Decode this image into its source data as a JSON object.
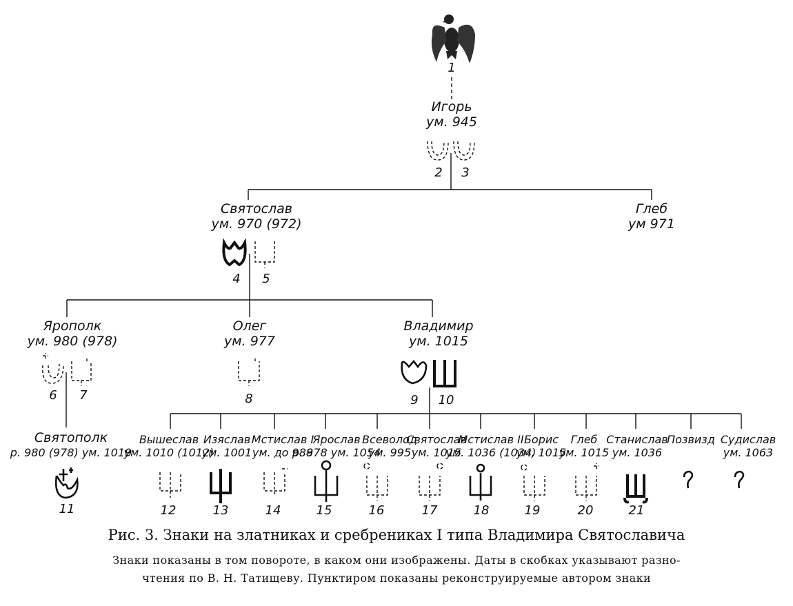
{
  "persons": {
    "igor": {
      "name": "Игорь",
      "date": "ум. 945"
    },
    "svyatoslav": {
      "name": "Святослав",
      "date": "ум. 970 (972)"
    },
    "gleb_elder": {
      "name": "Глеб",
      "date": "ум 971"
    },
    "yaropolk": {
      "name": "Ярополк",
      "date": "ум. 980 (978)"
    },
    "oleg": {
      "name": "Олег",
      "date": "ум. 977"
    },
    "vladimir": {
      "name": "Владимир",
      "date": "ум. 1015"
    },
    "svyatopolk": {
      "name": "Святополк",
      "date": "р. 980 (978) ум. 1019"
    },
    "vysheslav": {
      "name": "Вышеслав",
      "date": "ум. 1010 (1012)"
    },
    "izyaslav": {
      "name": "Изяслав",
      "date": "ум. 1001"
    },
    "mstislav1": {
      "name": "Мстислав I",
      "date": "ум. до 988"
    },
    "yaroslav": {
      "name": "Ярослав",
      "date": "р. 978 ум. 1054"
    },
    "vsevolod": {
      "name": "Всеволод",
      "date": "ум. 995"
    },
    "svyatoslav2": {
      "name": "Святослав",
      "date": "ум. 1015"
    },
    "mstislav2": {
      "name": "Мстислав II",
      "date": "ум. 1036 (1034)"
    },
    "boris": {
      "name": "Борис",
      "date": "ум. 1015"
    },
    "gleb": {
      "name": "Глеб",
      "date": "ум. 1015"
    },
    "stanislav": {
      "name": "Станислав",
      "date": "ум. 1036"
    },
    "pozvizd": {
      "name": "Позвизд",
      "date": "?"
    },
    "sudislav": {
      "name": "Судислав",
      "date": "ум. 1063"
    }
  },
  "sign_numbers": [
    "1",
    "2",
    "3",
    "4",
    "5",
    "6",
    "7",
    "8",
    "9",
    "10",
    "11",
    "12",
    "13",
    "14",
    "15",
    "16",
    "17",
    "18",
    "19",
    "20",
    "21"
  ],
  "caption": {
    "title": "Рис. 3. Знаки на златниках и сребрениках I типа Владимира Святославича",
    "note_line1": "Знаки показаны в том повороте, в каком они изображены. Даты в скобках указывают разно-",
    "note_line2": "чтения по В. Н. Татищеву. Пунктиром показаны реконструируемые автором знаки"
  }
}
